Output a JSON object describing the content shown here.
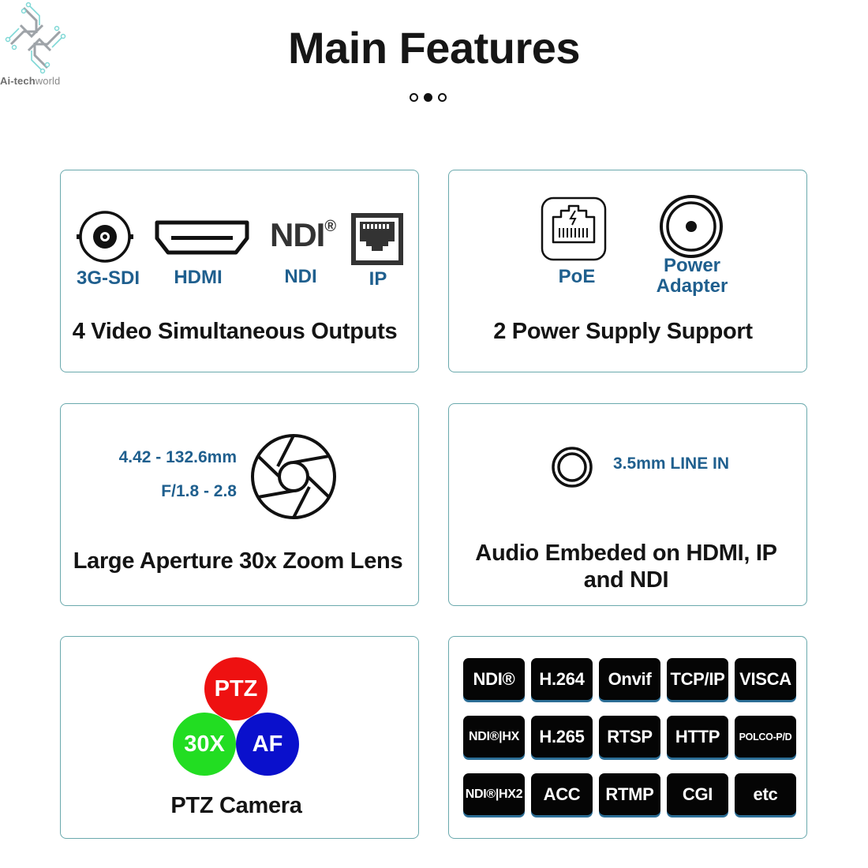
{
  "logo": {
    "brand_bold": "Ai-tech",
    "brand_light": "world"
  },
  "header": {
    "title": "Main Features",
    "pagination": {
      "total": 3,
      "active_index": 1
    }
  },
  "colors": {
    "accent_blue": "#1f5f8e",
    "card_border": "#6aa9ad",
    "ptz_red": "#ee1111",
    "ptz_green": "#22dd22",
    "ptz_blue": "#0a10cc",
    "tag_bg": "#050505"
  },
  "cards": {
    "outputs": {
      "caption": "4 Video Simultaneous Outputs",
      "items": [
        {
          "icon": "bnc-connector-icon",
          "label": "3G-SDI"
        },
        {
          "icon": "hdmi-port-icon",
          "label": "HDMI"
        },
        {
          "icon": "ndi-logo-icon",
          "logo_text": "NDI",
          "logo_mark": "®",
          "label": "NDI"
        },
        {
          "icon": "ethernet-port-icon",
          "label": "IP"
        }
      ]
    },
    "power": {
      "caption": "2 Power Supply Support",
      "items": [
        {
          "icon": "poe-port-icon",
          "label": "PoE"
        },
        {
          "icon": "dc-power-jack-icon",
          "label_line1": "Power",
          "label_line2": "Adapter"
        }
      ]
    },
    "lens": {
      "caption": "Large Aperture 30x Zoom Lens",
      "focal_length": "4.42 - 132.6mm",
      "aperture": "F/1.8 - 2.8",
      "icon": "aperture-icon"
    },
    "audio": {
      "caption_line1": "Audio Embeded on HDMI, IP",
      "caption_line2": "and NDI",
      "input_label": "3.5mm LINE IN",
      "icon": "audio-jack-icon"
    },
    "ptz": {
      "caption": "PTZ Camera",
      "circles": [
        "PTZ",
        "30X",
        "AF"
      ]
    },
    "protocols": {
      "tags": [
        [
          "NDI®",
          "H.264",
          "Onvif",
          "TCP/IP",
          "VISCA"
        ],
        [
          "NDI®|HX",
          "H.265",
          "RTSP",
          "HTTP",
          "POLCO-P/D"
        ],
        [
          "NDI®|HX2",
          "ACC",
          "RTMP",
          "CGI",
          "etc"
        ]
      ]
    }
  }
}
